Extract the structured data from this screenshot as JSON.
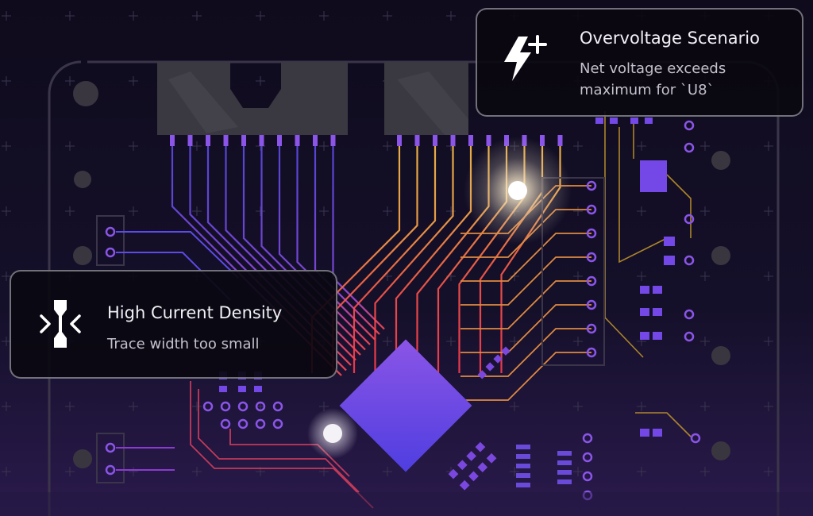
{
  "alerts": {
    "overvoltage": {
      "title": "Overvoltage Scenario",
      "description_line1": "Net voltage exceeds",
      "description_line2": "maximum for `U8`",
      "icon": "lightning-plus-icon"
    },
    "current_density": {
      "title": "High Current Density",
      "description": "Trace width too small",
      "icon": "trace-width-icon"
    }
  },
  "colors": {
    "background": "#110d1f",
    "board_outline": "#3a3548",
    "chip": "#7348e6",
    "pad": "#8a55e8",
    "trace_purple": "#6b55ee",
    "trace_red": "#ff4a50",
    "trace_orange": "#ffb24a",
    "trace_yellow": "#d9a531",
    "card_border": "#c8c8d2"
  }
}
